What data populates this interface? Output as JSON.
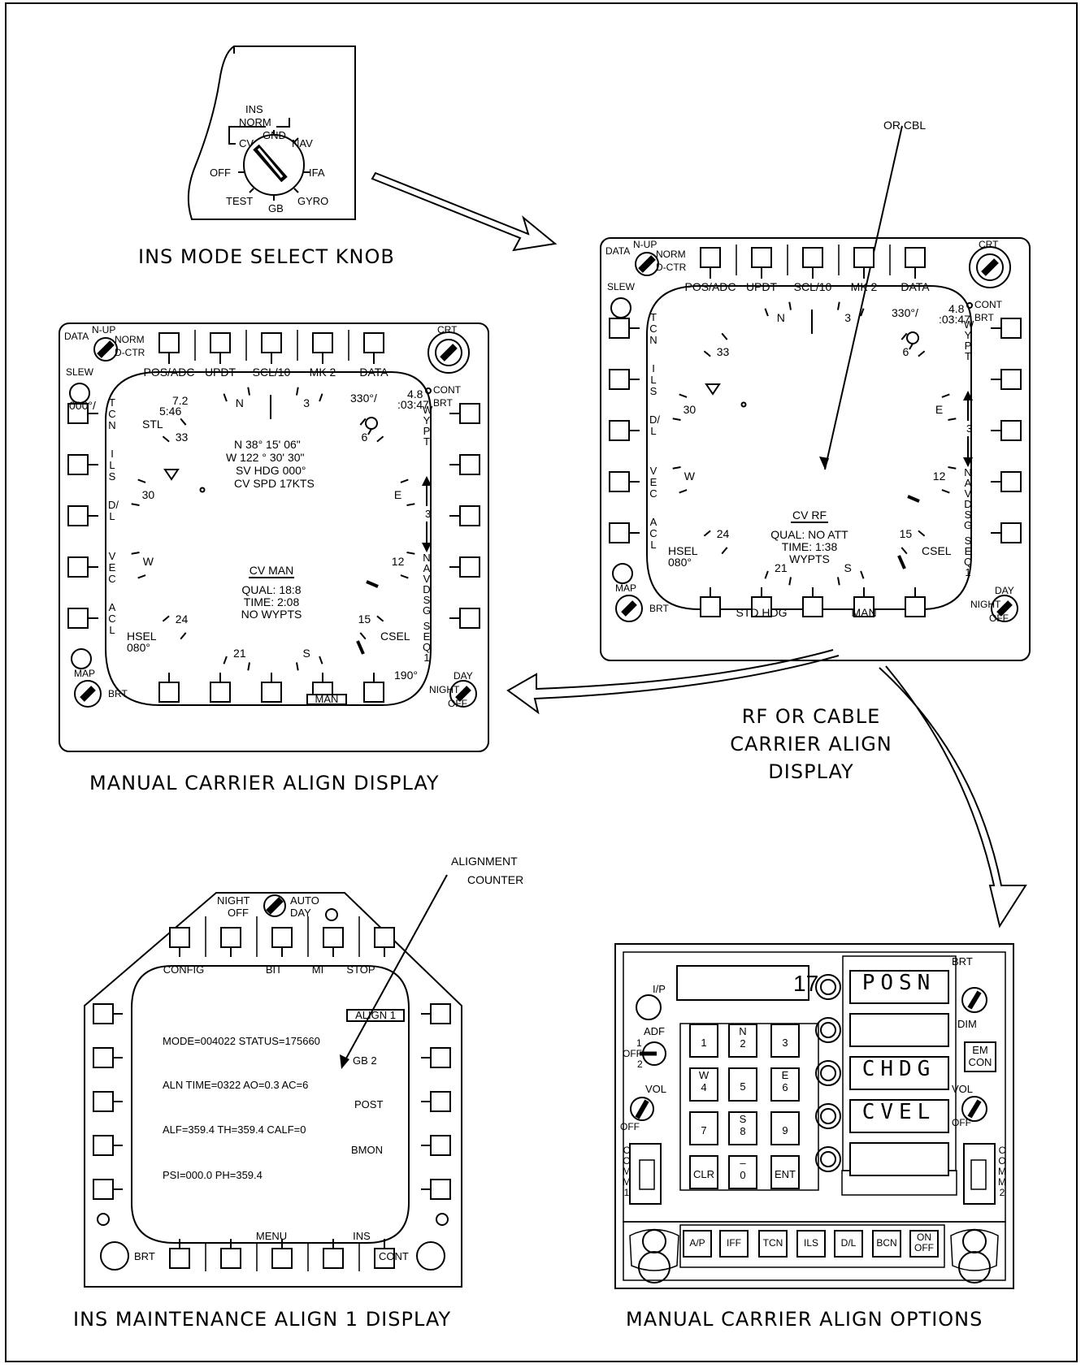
{
  "captions": {
    "ins_knob": "INS MODE SELECT KNOB",
    "manual_display": "MANUAL CARRIER ALIGN DISPLAY",
    "rf_display_l1": "RF OR CABLE",
    "rf_display_l2": "CARRIER ALIGN",
    "rf_display_l3": "DISPLAY",
    "maint_display": "INS MAINTENANCE ALIGN 1 DISPLAY",
    "options": "MANUAL CARRIER ALIGN OPTIONS"
  },
  "callouts": {
    "or_cbl": "OR CBL",
    "alignment_counter_l1": "ALIGNMENT",
    "alignment_counter_l2": "COUNTER"
  },
  "knob": {
    "title": "INS",
    "norm": "NORM",
    "cv": "CV",
    "gnd": "GND",
    "nav": "NAV",
    "off": "OFF",
    "ifa": "IFA",
    "test": "TEST",
    "gb": "GB",
    "gyro": "GYRO"
  },
  "ddi": {
    "data": "DATA",
    "n_up": "N-UP",
    "norm": "NORM",
    "d_ctr": "D-CTR",
    "slew": "SLEW",
    "crt": "CRT",
    "cont": "CONT",
    "brt": "BRT",
    "map": "MAP",
    "day": "DAY",
    "night": "NIGHT",
    "off": "OFF",
    "top": [
      "POS/ADC",
      "UPDT",
      "SCL/10",
      "MK 2",
      "DATA"
    ],
    "left_vert": [
      "TCN",
      "ILS",
      "D/L",
      "VEC",
      "ACL"
    ],
    "wypt": "WYPT",
    "navdsg": "NAVDSG",
    "seq1": "SEQ1",
    "up_num": "3",
    "compass": [
      "N",
      "E",
      "S",
      "W",
      "3",
      "6",
      "12",
      "15",
      "21",
      "24",
      "30",
      "33"
    ],
    "wp_brg": "330°/",
    "wp_dist": "4.8",
    "wp_time": ":03:47",
    "hsel": "HSEL",
    "hsel_val": "080°",
    "csel": "CSEL"
  },
  "manual": {
    "brg": "000°/",
    "dist": "7.2",
    "time": "5:46",
    "stl": "STL",
    "lat": "N 38° 15' 06\"",
    "lon": "W 122 ° 30' 30\"",
    "svhdg": "SV HDG 000°",
    "cvspd": "CV SPD 17KTS",
    "mode": "CV MAN",
    "qual": "QUAL: 18:8",
    "tm": "TIME: 2:08",
    "wypts": "NO WYPTS",
    "csel_val": "190°",
    "man_box": "MAN"
  },
  "rf": {
    "mode": "CV RF",
    "qual": "QUAL: NO ATT",
    "tm": "TIME: 1:38",
    "wypts": "WYPTS",
    "bottom": [
      "STD HDG",
      "MAN"
    ]
  },
  "maint": {
    "night": "NIGHT",
    "off": "OFF",
    "auto": "AUTO",
    "day": "DAY",
    "top": [
      "CONFIG",
      "BIT",
      "MI",
      "STOP"
    ],
    "align1": "ALIGN 1",
    "line1": "MODE=004022  STATUS=175660",
    "gb2": "GB 2",
    "line2": "ALN TIME=0322  AO=0.3  AC=6",
    "post": "POST",
    "line3": "ALF=359.4  TH=359.4  CALF=0",
    "bmon": "BMON",
    "line4": "PSI=000.0  PH=359.4",
    "bottom_menu": "MENU",
    "bottom_ins": "INS",
    "brt": "BRT",
    "cont": "CONT"
  },
  "ufc": {
    "scratch": "17",
    "windows": [
      "POSN",
      "",
      "CHDG",
      "CVEL",
      ""
    ],
    "ip": "I/P",
    "adf": "ADF",
    "one": "1",
    "off": "OFF",
    "two": "2",
    "vol": "VOL",
    "brt": "BRT",
    "dim": "DIM",
    "em": "EM",
    "con": "CON",
    "comm1": "COMM1",
    "comm2": "COMM2",
    "keys": [
      {
        "top": "",
        "bot": "1"
      },
      {
        "top": "N",
        "bot": "2"
      },
      {
        "top": "",
        "bot": "3"
      },
      {
        "top": "W",
        "bot": "4"
      },
      {
        "top": "",
        "bot": "5"
      },
      {
        "top": "E",
        "bot": "6"
      },
      {
        "top": "",
        "bot": "7"
      },
      {
        "top": "S",
        "bot": "8"
      },
      {
        "top": "",
        "bot": "9"
      },
      {
        "top": "",
        "bot": "CLR"
      },
      {
        "top": "–",
        "bot": "0"
      },
      {
        "top": "",
        "bot": "ENT"
      }
    ],
    "bottom": [
      "A/P",
      "IFF",
      "TCN",
      "ILS",
      "D/L",
      "BCN",
      "ON OFF"
    ]
  }
}
